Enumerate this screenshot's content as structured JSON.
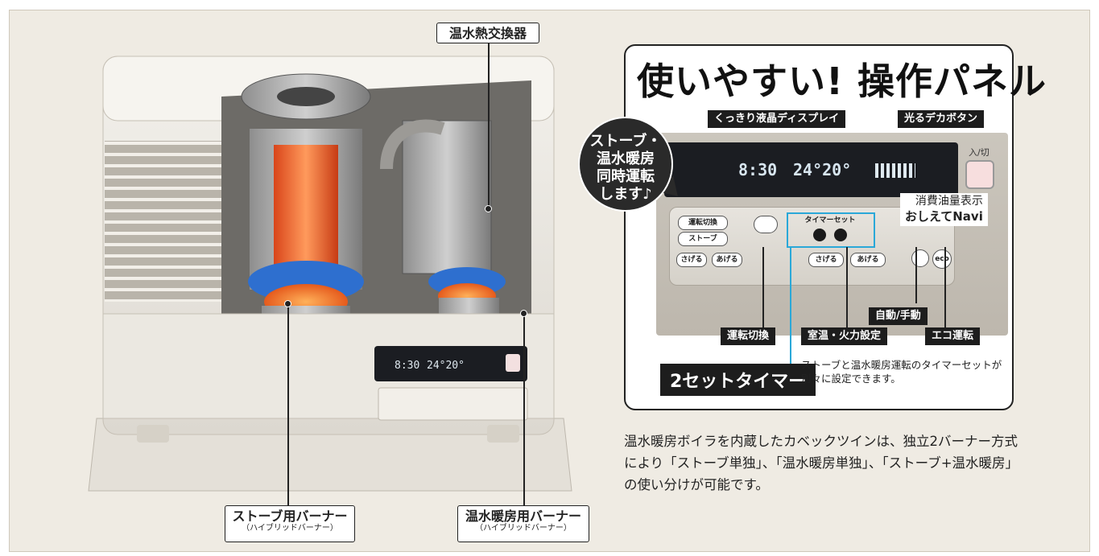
{
  "callouts": {
    "heat_exchanger": "温水熱交換器",
    "stove_burner": "ストーブ用バーナー",
    "stove_burner_sub": "（ハイブリッドバーナー）",
    "hot_water_burner": "温水暖房用バーナー",
    "hot_water_burner_sub": "（ハイブリッドバーナー）"
  },
  "stove_display": {
    "time": "8:30",
    "temps": "24°20°"
  },
  "panel": {
    "title": "使いやすい! 操作パネル",
    "tag_lcd": "くっきり液晶ディスプレイ",
    "tag_button": "光るデカボタン",
    "lcd_time": "8:30",
    "lcd_temps": "24°20°",
    "power_label": "入/切",
    "navi_line1": "消費油量表示",
    "navi_line2": "おしえてNavi",
    "btn_op_switch": "運転切換",
    "btn_stove": "ストーブ",
    "btn_timer_set": "タイマーセット",
    "btn_down": "さげる",
    "btn_up": "あげる",
    "btn_eco": "eco",
    "tag_auto": "自動/手動",
    "tag_mode": "運転切換",
    "tag_room": "室温・火力設定",
    "tag_eco": "エコ運転",
    "timer_badge": "2セットタイマー",
    "timer_desc": "ストーブと温水暖房運転のタイマーセットが別々に設定できます。"
  },
  "speech": {
    "line1": "ストーブ・",
    "line2": "温水暖房",
    "line3": "同時運転",
    "line4": "します♪"
  },
  "description": "温水暖房ボイラを内蔵したカベックツインは、独立2バーナー方式により「ストーブ単独」、「温水暖房単独」、「ストーブ+温水暖房」の使い分けが可能です。",
  "colors": {
    "background": "#efebe3",
    "accent_blue": "#2aa8d8",
    "burner_orange": "#ee6a2c",
    "label_black": "#1d1d1d"
  }
}
